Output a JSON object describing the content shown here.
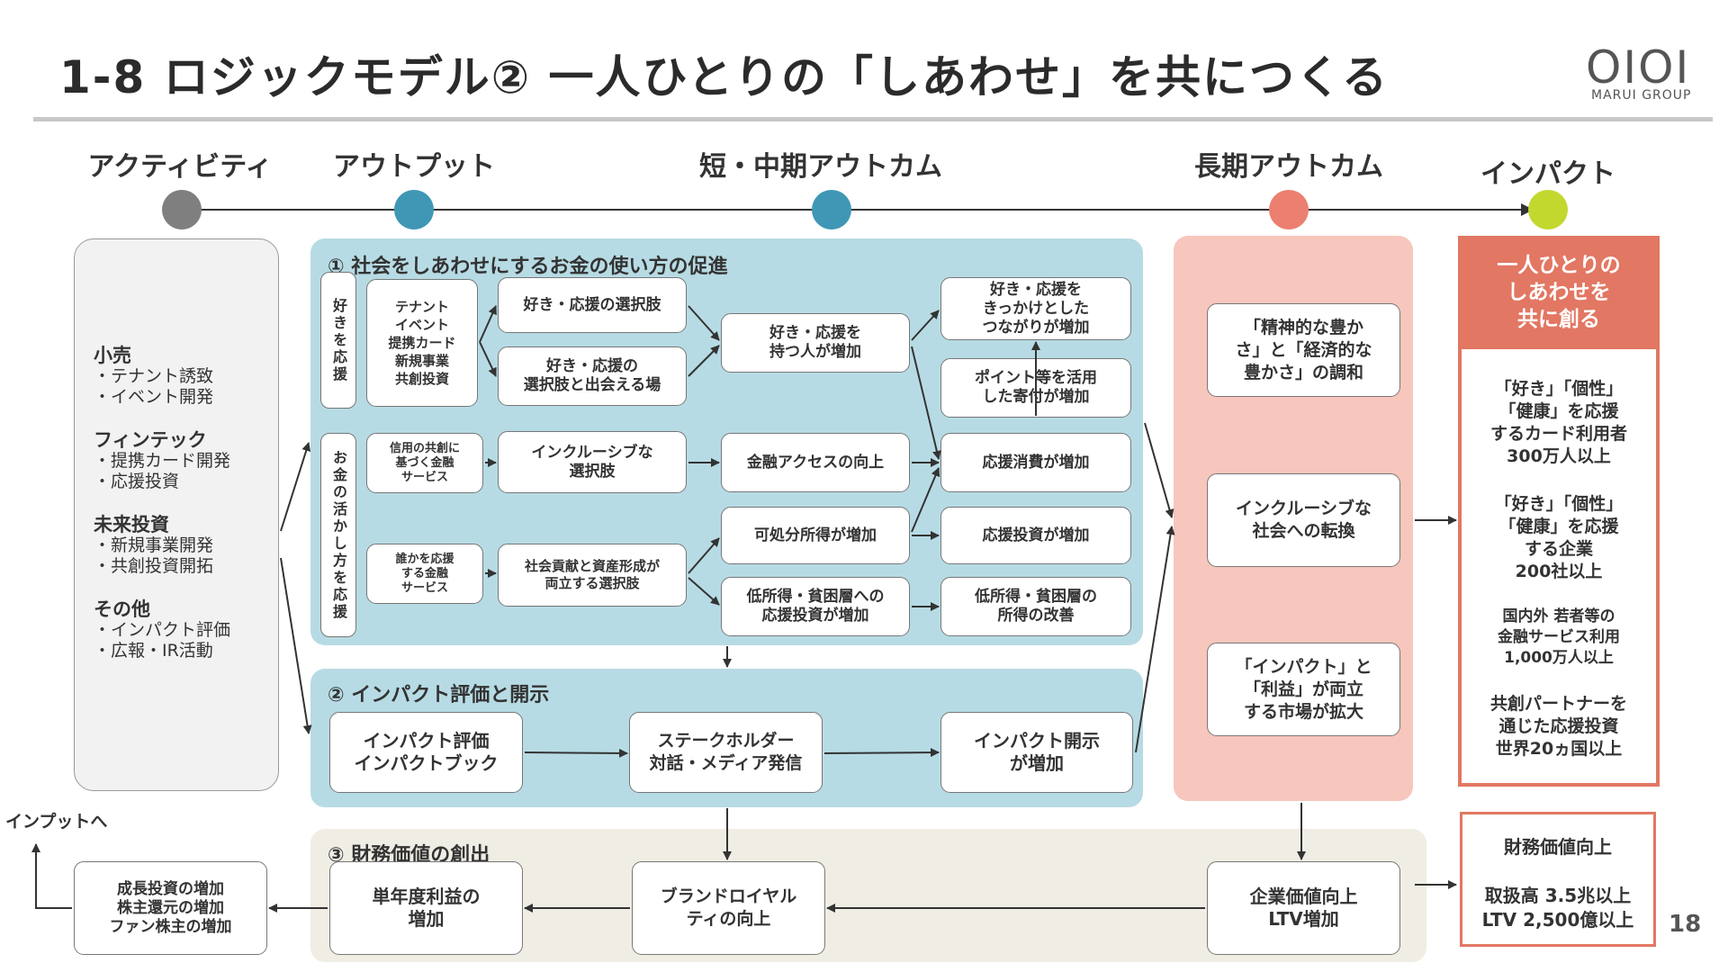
{
  "title": "1-8 ロジックモデル② 一人ひとりの「しあわせ」を共につくる",
  "logo": {
    "mark": "OIOI",
    "sub": "MARUI GROUP"
  },
  "page_number": "18",
  "colors": {
    "activity": "#7f7f7f",
    "output": "#3f97b5",
    "short_mid": "#3f97b5",
    "long": "#ec7f70",
    "impact": "#c3d82e",
    "accent": "#e27763"
  },
  "phases": [
    "アクティビティ",
    "アウトプット",
    "短・中期アウトカム",
    "長期アウトカム",
    "インパクト"
  ],
  "activities": [
    {
      "head": "小売",
      "items": [
        "・テナント誘致",
        "・イベント開発"
      ]
    },
    {
      "head": "フィンテック",
      "items": [
        "・提携カード開発",
        "・応援投資"
      ]
    },
    {
      "head": "未来投資",
      "items": [
        "・新規事業開発",
        "・共創投資開拓"
      ]
    },
    {
      "head": "その他",
      "items": [
        "・インパクト評価",
        "・広報・IR活動"
      ]
    }
  ],
  "section1": {
    "title": "① 社会をしあわせにするお金の使い方の促進",
    "vertical_1": "好きを応援",
    "vertical_2": "お金の活かし方を応援",
    "boxes": {
      "tenant": "テナント\nイベント\n提携カード\n新規事業\n共創投資",
      "suki_choice": "好き・応援の選択肢",
      "suki_place": "好き・応援の\n選択肢と出会える場",
      "suki_people": "好き・応援を\n持つ人が増加",
      "tsunagari": "好き・応援を\nきっかけとした\nつながりが増加",
      "point": "ポイント等を活用\nした寄付が増加",
      "credit": "信用の共創に\n基づく金融\nサービス",
      "inclusive_choice": "インクルーシブな\n選択肢",
      "finance_access": "金融アクセスの向上",
      "ouen_shohi": "応援消費が増加",
      "disposable": "可処分所得が増加",
      "ouen_toshi": "応援投資が増加",
      "dareka": "誰かを応援\nする金融\nサービス",
      "social": "社会貢献と資産形成が\n両立する選択肢",
      "low_income_invest": "低所得・貧困層への\n応援投資が増加",
      "low_income_improve": "低所得・貧困層の\n所得の改善"
    }
  },
  "section2": {
    "title": "② インパクト評価と開示",
    "boxes": {
      "eval": "インパクト評価\nインパクトブック",
      "stake": "ステークホルダー\n対話・メディア発信",
      "disclose": "インパクト開示\nが増加"
    }
  },
  "section3": {
    "title": "③ 財務価値の創出",
    "boxes": {
      "growth": "成長投資の増加\n株主還元の増加\nファン株主の増加",
      "profit": "単年度利益の\n増加",
      "brand": "ブランドロイヤル\nティの向上",
      "corporate": "企業価値向上\nLTV増加"
    },
    "input_label": "インプットへ"
  },
  "long_term": [
    "「精神的な豊か\nさ」と「経済的な\n豊かさ」の調和",
    "インクルーシブな\n社会への転換",
    "「インパクト」と\n「利益」が両立\nする市場が拡大"
  ],
  "impact": {
    "head": "一人ひとりの\nしあわせを\n共に創る",
    "items": [
      "「好き」「個性」\n「健康」を応援\nするカード利用者\n300万人以上",
      "「好き」「個性」\n「健康」を応援\nする企業\n200社以上",
      "国内外 若者等の\n金融サービス利用\n1,000万人以上",
      "共創パートナーを\n通じた応援投資\n世界20ヵ国以上"
    ],
    "finance_head": "財務価値向上",
    "finance_items": "取扱高 3.5兆以上\nLTV 2,500億以上"
  }
}
